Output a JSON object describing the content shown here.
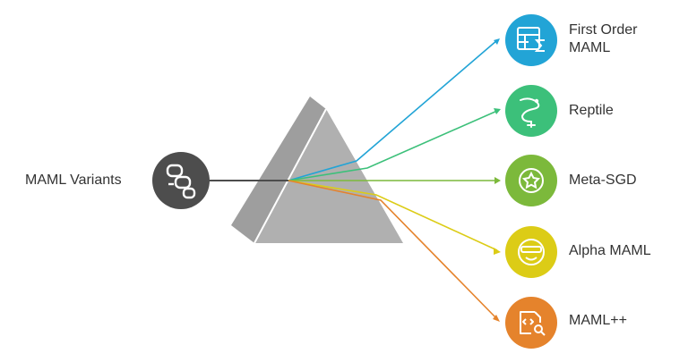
{
  "source": {
    "label": "MAML Variants",
    "icon": "flow-steps-icon",
    "color": "#4d4d4d"
  },
  "outputs": [
    {
      "label_lines": [
        "First Order",
        "MAML"
      ],
      "icon": "table-sigma-icon",
      "color": "#22a4d6"
    },
    {
      "label_lines": [
        "Reptile"
      ],
      "icon": "reptile-icon",
      "color": "#3cc07a"
    },
    {
      "label_lines": [
        "Meta-SGD"
      ],
      "icon": "target-star-icon",
      "color": "#7cb93b"
    },
    {
      "label_lines": [
        "Alpha MAML"
      ],
      "icon": "smiley-glasses-icon",
      "color": "#dccc16"
    },
    {
      "label_lines": [
        "MAML++"
      ],
      "icon": "code-file-search-icon",
      "color": "#e5832c"
    }
  ]
}
